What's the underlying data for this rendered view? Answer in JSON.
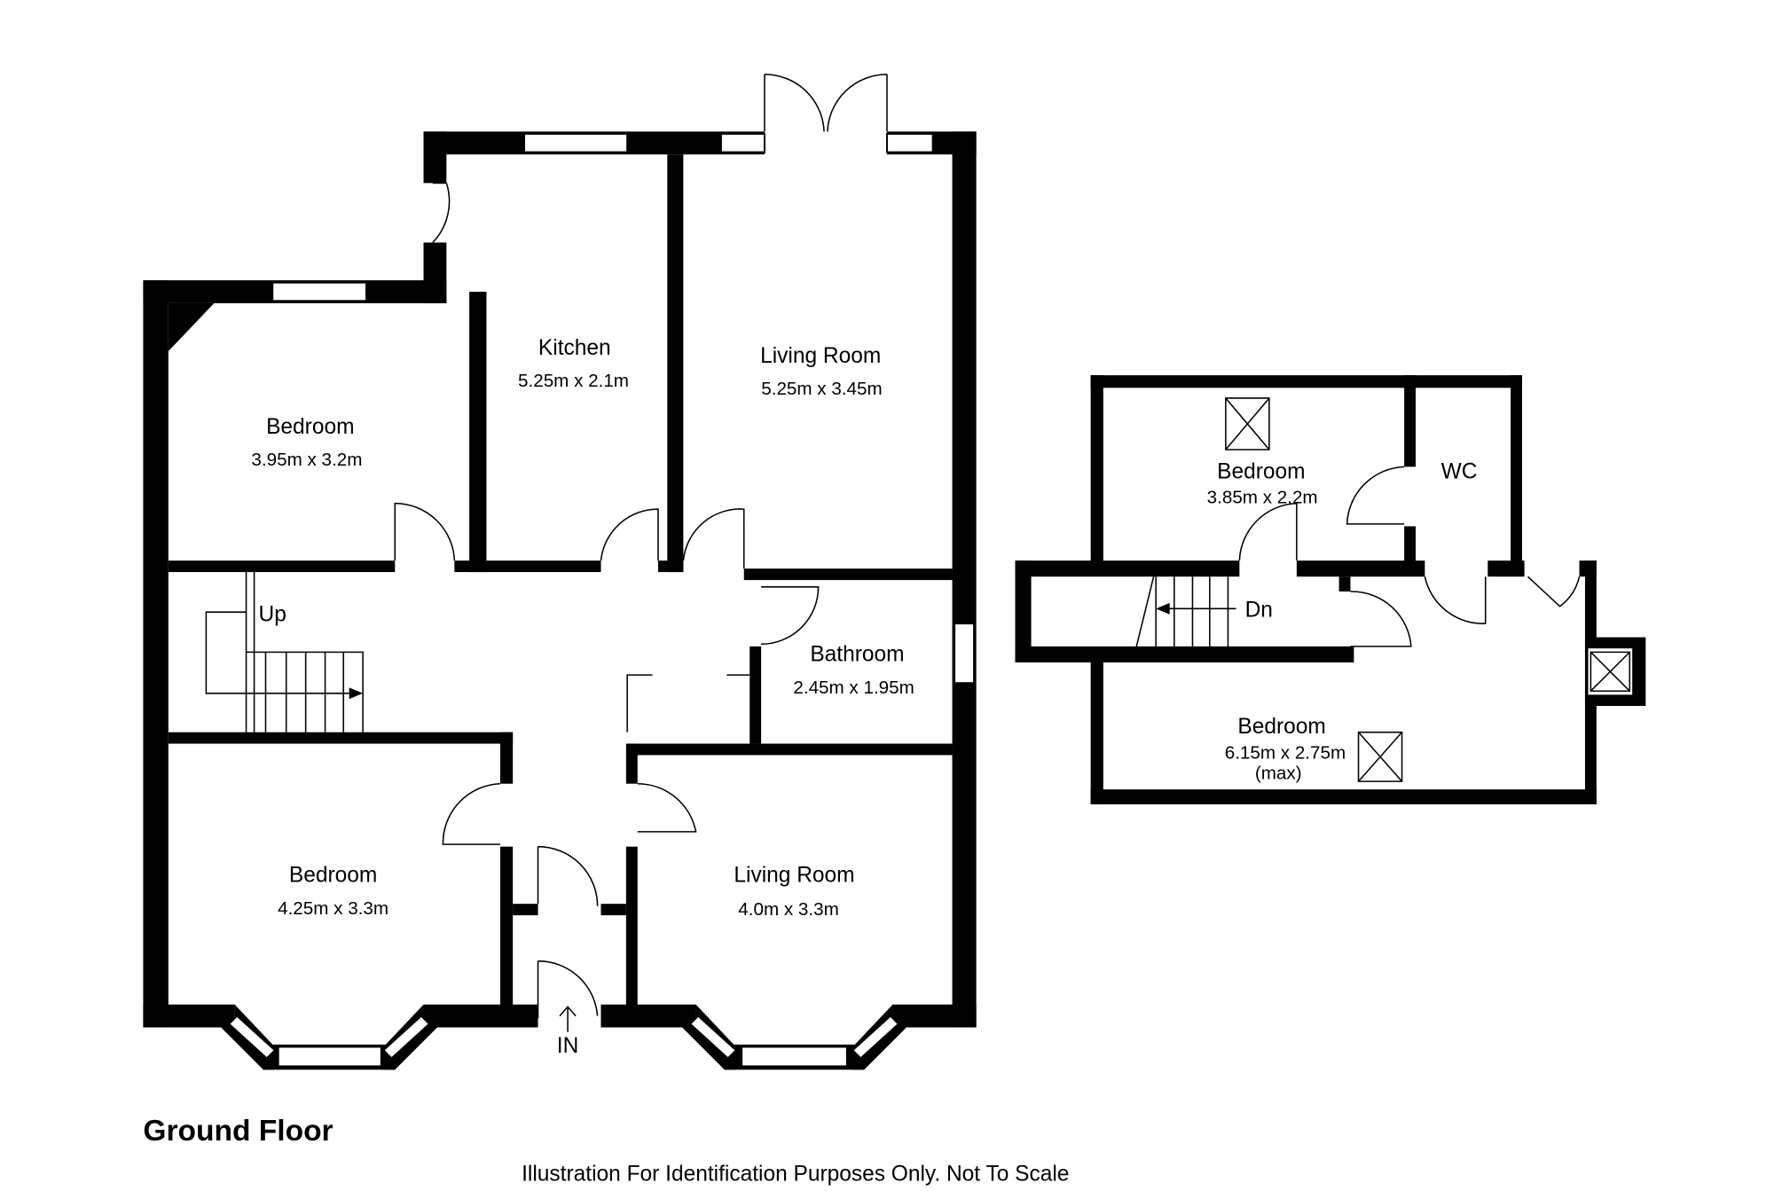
{
  "ground_floor": {
    "title": "Ground Floor",
    "rooms": [
      {
        "name": "Bedroom",
        "size": "3.95m x 3.2m"
      },
      {
        "name": "Kitchen",
        "size": "5.25m x 2.1m"
      },
      {
        "name": "Living Room",
        "size": "5.25m x 3.45m"
      },
      {
        "name": "Bathroom",
        "size": "2.45m x 1.95m"
      },
      {
        "name": "Bedroom",
        "size": "4.25m x 3.3m"
      },
      {
        "name": "Living Room",
        "size": "4.0m x 3.3m"
      }
    ],
    "stairs_label": "Up",
    "entrance_label": "IN"
  },
  "upper_floor": {
    "rooms": [
      {
        "name": "Bedroom",
        "size": "3.85m x 2.2m"
      },
      {
        "name": "WC"
      },
      {
        "name": "Bedroom",
        "size": "6.15m x 2.75m",
        "note": "(max)"
      }
    ],
    "stairs_label": "Dn"
  },
  "disclaimer": "Illustration For Identification Purposes Only. Not To Scale"
}
